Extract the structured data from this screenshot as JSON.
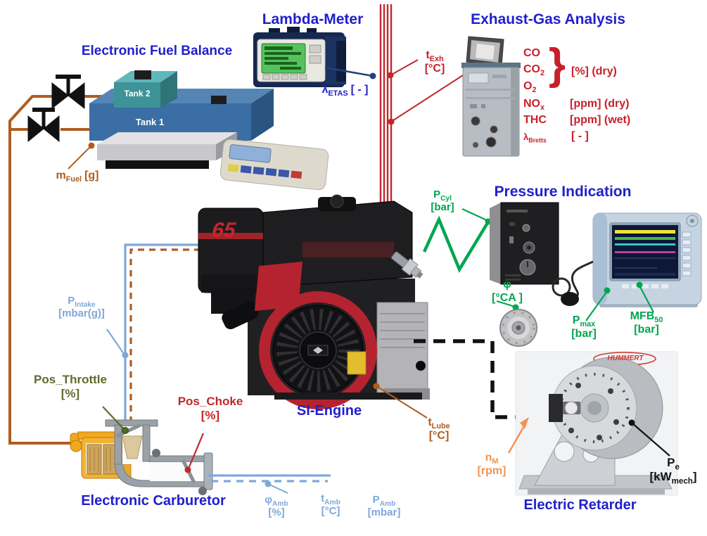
{
  "colors": {
    "blue": "#2020cc",
    "red": "#c8202a",
    "green": "#00a651",
    "lblue": "#7fa8d9",
    "olive": "#5d6b2a",
    "orange": "#f09454",
    "brown": "#b05c20",
    "ink": "#141414"
  },
  "titles": {
    "fuel_balance": "Electronic Fuel Balance",
    "lambda_meter": "Lambda-Meter",
    "exhaust_gas": "Exhaust-Gas Analysis",
    "pressure": "Pressure Indication",
    "engine": "SI-Engine",
    "carburetor": "Electronic Carburetor",
    "retarder": "Electric Retarder"
  },
  "fuel_balance": {
    "tank1": "Tank 1",
    "tank2": "Tank 2",
    "m_fuel": {
      "sym": "m",
      "sub": "Fuel",
      "unit": "[g]"
    }
  },
  "lambda_meter": {
    "lambda_etas": {
      "sym": "λ",
      "sub": "ETAS",
      "unit": "[ - ]"
    }
  },
  "exhaust": {
    "t_exh": {
      "sym": "t",
      "sub": "Exh",
      "unit": "[°C]"
    },
    "co": {
      "sym": "CO"
    },
    "co2": {
      "sym": "CO",
      "sub": "2"
    },
    "o2": {
      "sym": "O",
      "sub": "2"
    },
    "brace": "}",
    "braced_unit": "[%] (dry)",
    "nox": {
      "sym": "NO",
      "sub": "x",
      "unit": "[ppm] (dry)"
    },
    "thc": {
      "sym": "THC",
      "unit": "[ppm] (wet)"
    },
    "lambda_bretts": {
      "sym": "λ",
      "sub": "Bretts",
      "unit": "[ - ]"
    }
  },
  "pressure": {
    "p_cyl": {
      "sym": "P",
      "sub": "Cyl",
      "unit": "[bar]"
    },
    "phi": {
      "sym": "φ",
      "unit": "[°CA ]"
    },
    "p_max": {
      "sym": "P",
      "sub": "max",
      "unit": "[bar]"
    },
    "mfb50": {
      "sym": "MFB",
      "sub": "50",
      "unit": "[bar]"
    }
  },
  "engine": {
    "badge": "65",
    "pos_throttle": {
      "sym": "Pos_Throttle",
      "unit": "[%]"
    },
    "pos_choke": {
      "sym": "Pos_Choke",
      "unit": "[%]"
    },
    "p_intake": {
      "sym": "P",
      "sub": "Intake",
      "unit": "[mbar(g)]"
    },
    "t_lube": {
      "sym": "t",
      "sub": "Lube",
      "unit": "[°C]"
    }
  },
  "ambient": {
    "phi_amb": {
      "sym": "φ",
      "sub": "Amb",
      "unit": "[%]"
    },
    "t_amb": {
      "sym": "t",
      "sub": "Amb",
      "unit": "[°C]"
    },
    "p_amb": {
      "sym": "P",
      "sub": "Amb",
      "unit": "[mbar]"
    }
  },
  "retarder": {
    "brand": "HUMMERT",
    "n_m": {
      "sym": "n",
      "sub": "M",
      "unit": "[rpm]"
    },
    "p_e": {
      "sym": "P",
      "sub": "e",
      "unit_pre": "[kW",
      "unit_sub": "mech",
      "unit_post": "]"
    }
  }
}
